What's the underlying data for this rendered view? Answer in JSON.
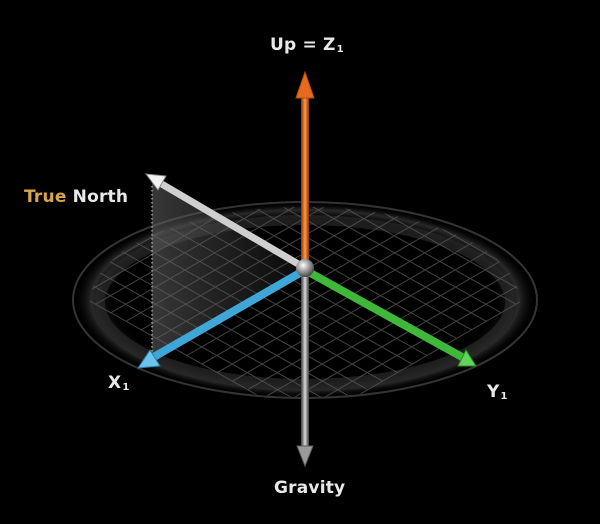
{
  "labels": {
    "up": {
      "text": "Up = Z",
      "subscript": "1"
    },
    "true_north": {
      "first": "True",
      "second": "North"
    },
    "x_axis": {
      "text": "X",
      "subscript": "1"
    },
    "y_axis": {
      "text": "Y",
      "subscript": "1"
    },
    "gravity": {
      "text": "Gravity"
    }
  },
  "colors": {
    "background": "#000000",
    "label_text": "#e9e9e9",
    "true_word": "#d9a54a",
    "up_axis": "#e86a1e",
    "x_axis": "#3fa7d8",
    "y_axis": "#3fb83a",
    "true_north_arrow": "#cfcfcf",
    "gravity_axis": "#9a9a9a",
    "grid": "#5a5a5a",
    "ring": "#3a3a3a"
  },
  "icons": {
    "up_arrow": "orange-arrow-up-icon",
    "x_arrow": "blue-arrow-icon",
    "y_arrow": "green-arrow-icon",
    "north_arrow": "white-arrow-icon",
    "gravity_arrow": "gray-arrow-down-icon",
    "origin": "origin-sphere-icon"
  }
}
